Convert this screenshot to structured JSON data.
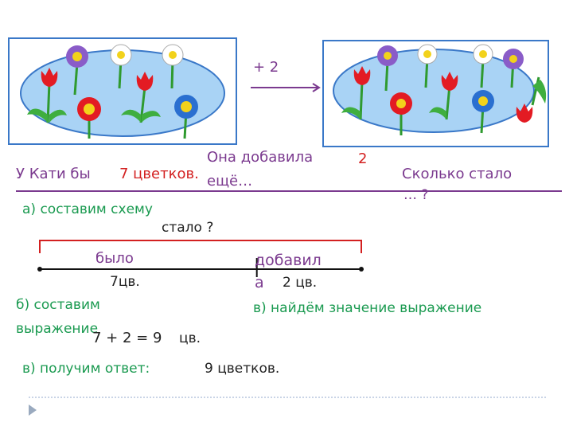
{
  "images": {
    "before_label": "flower meadow before",
    "after_label": "flower meadow after"
  },
  "arrow": {
    "label": "+ 2"
  },
  "problem": {
    "katya_prefix": "У Кати бы",
    "katya_count": "7 цветков.",
    "added_text": "Она добавила",
    "added_count": "2",
    "added_suffix": "ещё…",
    "question_line1": "Сколько стало",
    "question_line2": "… ?"
  },
  "steps": {
    "a": "а) составим схему",
    "b_line1": "б) составим",
    "b_line2": "выражение",
    "c_find": "в) найдём значение выражение",
    "c_answer": "в) получим ответ:"
  },
  "scheme": {
    "total_label": "стало ?",
    "was_label": "было",
    "was_value": "7цв.",
    "added_label_line1": "добавил",
    "added_label_line2": "а",
    "added_value": "2 цв.",
    "was_fraction": 0.675
  },
  "expression": {
    "formula": "7 + 2 = 9",
    "unit": "цв."
  },
  "answer": {
    "text": "9 цветков."
  },
  "colors": {
    "frame": "#3a78c8",
    "pond": "#a9d3f5",
    "green_text": "#1a9a50",
    "purple_text": "#7b3a8f",
    "red_text": "#d32020",
    "bracket": "#d32020",
    "arrow": "#7b3a8f"
  },
  "icons": [
    "nav-triangle-icon"
  ]
}
